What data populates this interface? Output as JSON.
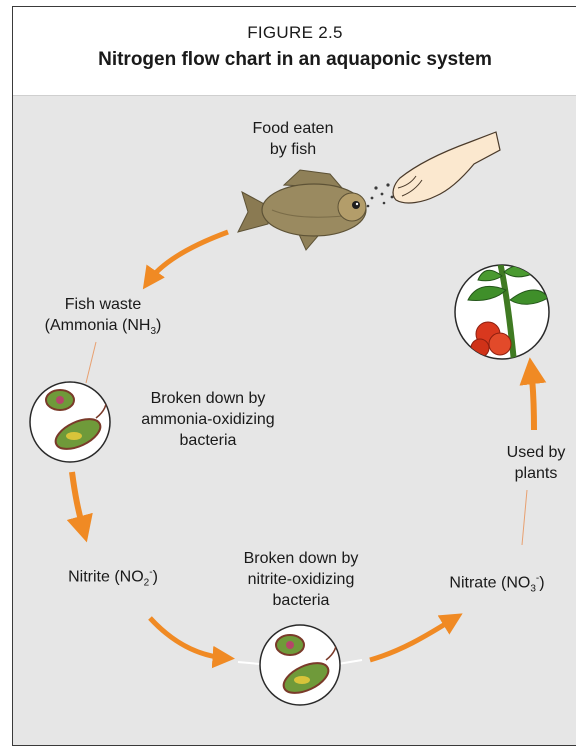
{
  "figure": {
    "number": "FIGURE 2.5",
    "title": "Nitrogen flow chart in an aquaponic system"
  },
  "labels": {
    "food_line1": "Food eaten",
    "food_line2": "by fish",
    "waste_line1": "Fish waste",
    "waste_line2_prefix": "(Ammonia (NH",
    "waste_sub": "3",
    "waste_suffix": ")",
    "ammonia_line1": "Broken down by",
    "ammonia_line2": "ammonia-oxidizing",
    "ammonia_line3": "bacteria",
    "nitrite_prefix": "Nitrite (NO",
    "nitrite_sub": "2",
    "nitrite_sup": "-",
    "nitrite_suffix": ")",
    "nitrite_bact_line1": "Broken down by",
    "nitrite_bact_line2": "nitrite-oxidizing",
    "nitrite_bact_line3": "bacteria",
    "nitrate_prefix": "Nitrate (NO",
    "nitrate_sub": "3",
    "nitrate_sup": "-",
    "nitrate_suffix": ")",
    "plants_line1": "Used by",
    "plants_line2": "plants"
  },
  "colors": {
    "arrow": "#f08a24",
    "background": "#e6e6e6",
    "fish": "#9a8a60",
    "bacteria_green": "#6f9a3a",
    "plant_leaf": "#3f8f2a",
    "tomato": "#d9381e"
  }
}
